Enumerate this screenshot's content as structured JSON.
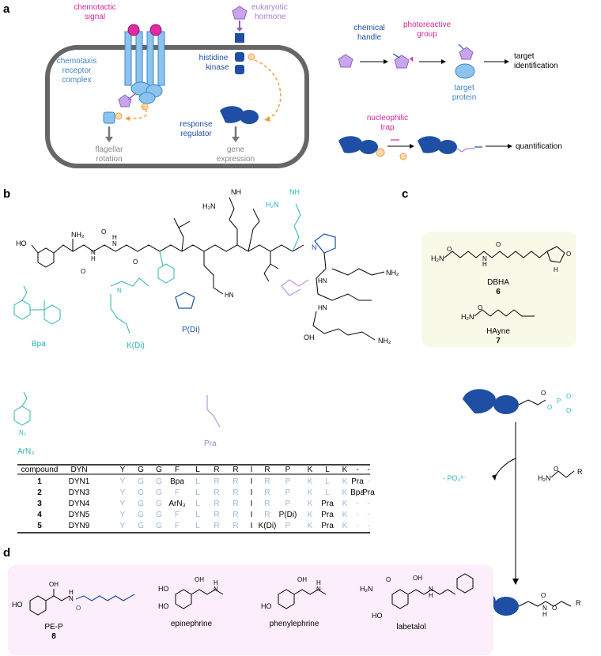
{
  "panels": {
    "a": "a",
    "b": "b",
    "c": "c",
    "d": "d"
  },
  "panel_a": {
    "chemotactic_signal": [
      "chemotactic",
      "signal"
    ],
    "receptor": [
      "chemotaxis",
      "receptor",
      "complex"
    ],
    "eukaryotic_hormone": [
      "eukaryotic",
      "hormone"
    ],
    "histidine_kinase": [
      "histidine",
      "kinase"
    ],
    "response_regulator": [
      "response",
      "regulator"
    ],
    "flagellar_rotation": [
      "flagellar",
      "rotation"
    ],
    "gene_expression": [
      "gene",
      "expression"
    ],
    "phospho": "P",
    "chemical_handle": [
      "chemical",
      "handle"
    ],
    "photoreactive_group": [
      "photoreactive",
      "group"
    ],
    "target_identification": [
      "target",
      "identification"
    ],
    "target_protein": [
      "target",
      "protein"
    ],
    "nucleophilic_trap": [
      "nucleophilic",
      "trap"
    ],
    "quantification": "quantification",
    "colors": {
      "blue": "#5aa7e0",
      "dark_blue": "#1f4fa5",
      "magenta": "#d8259b",
      "purple": "#a77fd6",
      "orange": "#f0a040",
      "teal": "#2bb4b4"
    }
  },
  "panel_b": {
    "atom_labels": {
      "HO": "HO",
      "NH2": "NH₂",
      "H2N": "H₂N",
      "NH": "NH",
      "HN": "HN",
      "H": "H",
      "N": "N",
      "O": "O",
      "OH": "OH"
    },
    "side_chains": {
      "bpa": "Bpa",
      "kdi": "K(Di)",
      "pdi": "P(Di)",
      "arn3": "ArN₃",
      "pra": "Pra",
      "n3": "N₃"
    },
    "table": {
      "headers": [
        "compound",
        "DYN",
        "Y",
        "G",
        "G",
        "F",
        "L",
        "R",
        "R",
        "I",
        "R",
        "P",
        "K",
        "L",
        "K",
        "-",
        "-"
      ],
      "rows": [
        [
          "1",
          "DYN1",
          "Y",
          "G",
          "G",
          "Bpa",
          "L",
          "R",
          "R",
          "I",
          "R",
          "P",
          "K",
          "L",
          "K",
          "Pra",
          "-"
        ],
        [
          "2",
          "DYN3",
          "Y",
          "G",
          "G",
          "F",
          "L",
          "R",
          "R",
          "I",
          "R",
          "P",
          "K",
          "L",
          "K",
          "Bpa",
          "Pra"
        ],
        [
          "3",
          "DYN4",
          "Y",
          "G",
          "G",
          "ArN₃",
          "L",
          "R",
          "R",
          "I",
          "R",
          "P",
          "K",
          "Pra",
          "K",
          "-",
          "-"
        ],
        [
          "4",
          "DYN5",
          "Y",
          "G",
          "G",
          "F",
          "L",
          "R",
          "R",
          "I",
          "R",
          "P(Di)",
          "K",
          "Pra",
          "K",
          "-",
          "-"
        ],
        [
          "5",
          "DYN9",
          "Y",
          "G",
          "G",
          "F",
          "L",
          "R",
          "R",
          "I",
          "K(Di)",
          "P",
          "K",
          "Pra",
          "K",
          "-",
          "-"
        ]
      ]
    }
  },
  "panel_c": {
    "dbha": "DBHA",
    "dbha_num": "6",
    "hayne": "HAyne",
    "hayne_num": "7",
    "h2n": "H₂N",
    "o": "O",
    "n": "N",
    "h": "H",
    "r": "R",
    "hn": "HN",
    "po4": "- PO₄³⁻",
    "p": "P",
    "o_minus": "O⁻"
  },
  "panel_d": {
    "compounds": [
      {
        "name": "PE-P",
        "number": "8"
      },
      {
        "name": "epinephrine"
      },
      {
        "name": "phenylephrine"
      },
      {
        "name": "labetalol"
      }
    ],
    "atom_labels": {
      "HO": "HO",
      "OH": "OH",
      "N": "N",
      "H": "H",
      "O": "O",
      "H2N": "H₂N"
    }
  }
}
